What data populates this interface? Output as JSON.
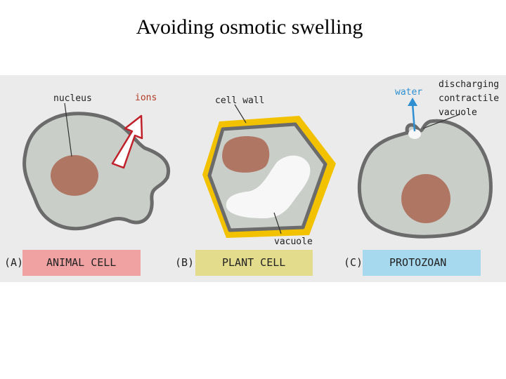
{
  "title": "Avoiding osmotic swelling",
  "labels": {
    "nucleus": "nucleus",
    "ions": "ions",
    "cell_wall": "cell wall",
    "vacuole": "vacuole",
    "water": "water",
    "discharging_l1": "discharging",
    "discharging_l2": "contractile",
    "discharging_l3": "vacuole"
  },
  "panels": [
    {
      "letter": "(A)",
      "caption": "ANIMAL CELL"
    },
    {
      "letter": "(B)",
      "caption": "PLANT CELL"
    },
    {
      "letter": "(C)",
      "caption": "PROTOZOAN"
    }
  ],
  "colors": {
    "panel_bg": "#ebebeb",
    "cytoplasm": "#c9cec9",
    "membrane": "#6b6b6b",
    "nucleus": "#b07664",
    "cell_wall": "#f2c200",
    "vacuole": "#f7f7f7",
    "ions_text": "#b23b23",
    "ions_arrow": "#c0202a",
    "water": "#2f8fd0",
    "caption_animal": "#f0a2a2",
    "caption_plant": "#e2dc8c",
    "caption_protozoan": "#a6d8ee"
  }
}
